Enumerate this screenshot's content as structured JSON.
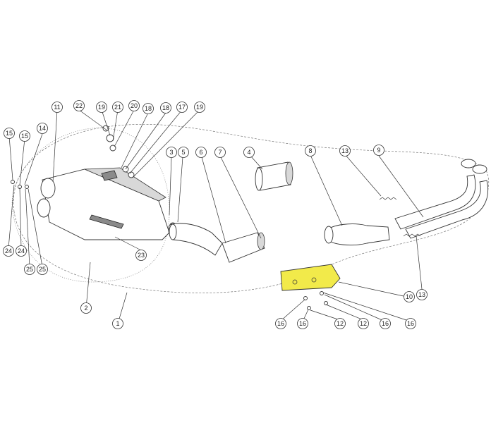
{
  "colors": {
    "highlight": "#f2ea4a",
    "line": "#333333",
    "background": "#ffffff"
  },
  "callouts": [
    "1",
    "2",
    "3",
    "4",
    "5",
    "6",
    "7",
    "8",
    "9",
    "10",
    "11",
    "12",
    "12",
    "13",
    "13",
    "14",
    "15",
    "15",
    "16",
    "16",
    "16",
    "16",
    "17",
    "18",
    "18",
    "19",
    "19",
    "20",
    "21",
    "22",
    "23",
    "24",
    "24",
    "25",
    "25"
  ]
}
